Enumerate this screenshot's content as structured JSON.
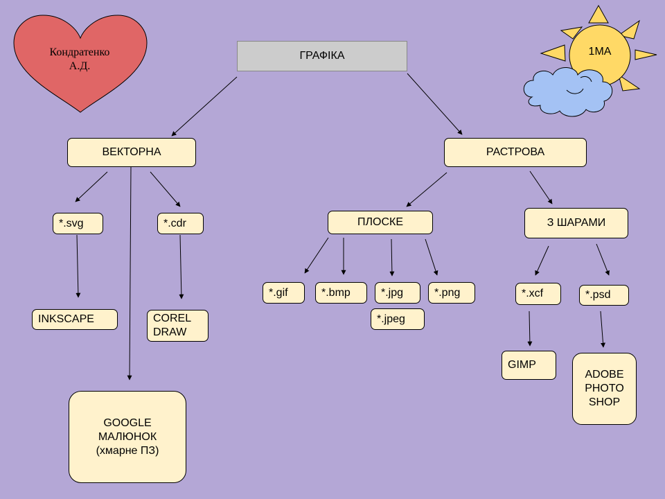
{
  "root": "ГРАФІКА",
  "heart_text": "Кондратенко\nА.Д.",
  "sun_text": "1МА",
  "nodes": {
    "vector": "ВЕКТОРНА",
    "raster": "РАСТРОВА",
    "svg": "*.svg",
    "cdr": "*.cdr",
    "inkscape": "INKSCAPE",
    "corel": "COREL\nDRAW",
    "google": "GOOGLE\nМАЛЮНОК\n(хмарне ПЗ)",
    "flat": "ПЛОСКЕ",
    "layers": "З ШАРАМИ",
    "gif": "*.gif",
    "bmp": "*.bmp",
    "jpg": "*.jpg",
    "png": "*.png",
    "jpeg": "*.jpeg",
    "xcf": "*.xcf",
    "psd": "*.psd",
    "gimp": "GIMP",
    "photoshop": "ADOBE\nPHOTO\nSHOP"
  },
  "colors": {
    "background": "#b4a7d6",
    "node_fill": "#fff2cc",
    "root_fill": "#cccccc",
    "heart": "#e06666",
    "sun": "#ffd966",
    "cloud": "#a4c2f4"
  },
  "icons": [
    "heart-shape",
    "sun-icon",
    "cloud-icon"
  ]
}
